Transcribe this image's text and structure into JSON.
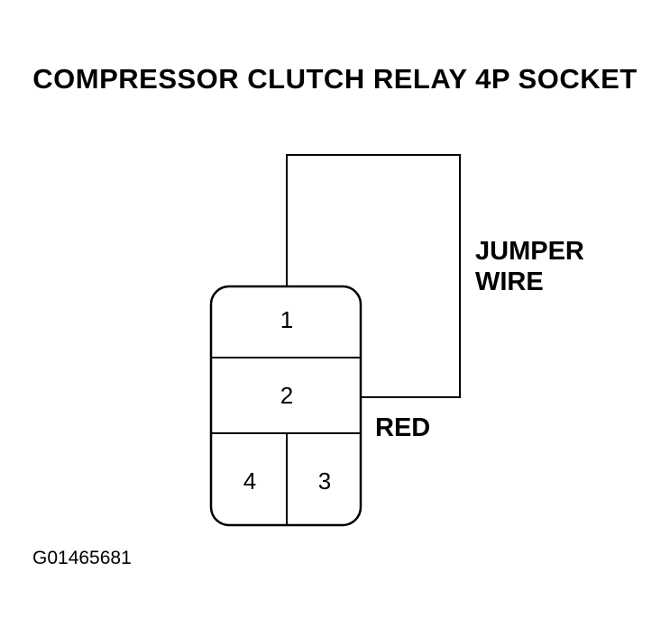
{
  "title": "COMPRESSOR CLUTCH RELAY 4P SOCKET",
  "jumper_label": {
    "line1": "JUMPER",
    "line2": "WIRE"
  },
  "wire_color_label": "RED",
  "pins": {
    "p1": "1",
    "p2": "2",
    "p3": "3",
    "p4": "4"
  },
  "figure_id": "G01465681",
  "colors": {
    "line": "#000000",
    "background": "#ffffff"
  }
}
